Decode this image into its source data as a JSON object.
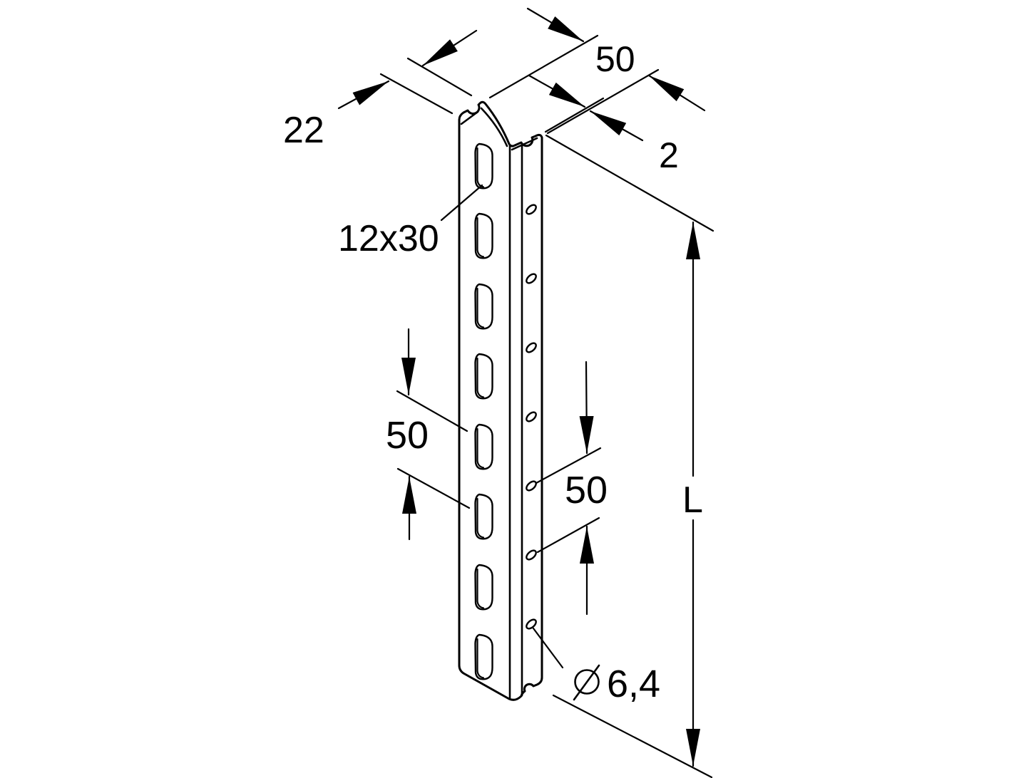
{
  "drawing_type": "technical-dimension-drawing",
  "colors": {
    "line": "#000000",
    "background": "#ffffff"
  },
  "dimensions": {
    "flange_depth": "22",
    "profile_width": "50",
    "material_thickness": "2",
    "slot_size": "12x30",
    "slot_spacing": "50",
    "hole_spacing": "50",
    "profile_length": "L",
    "hole_diameter": "6,4",
    "hole_diameter_symbol": "diameter-sign"
  }
}
